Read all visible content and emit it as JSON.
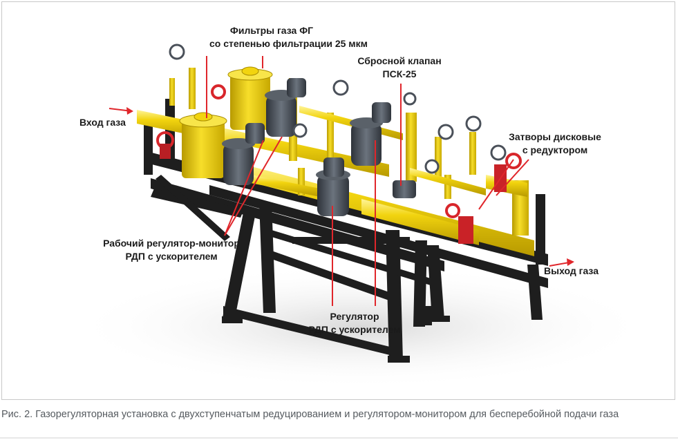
{
  "labels": {
    "filters_line1": "Фильтры газа ФГ",
    "filters_line2": "со степенью фильтрации 25 мкм",
    "relief_line1": "Сбросной клапан",
    "relief_line2": "ПСК-25",
    "inlet": "Вход газа",
    "valves_line1": "Затворы дисковые",
    "valves_line2": "с редуктором",
    "monitor_line1": "Рабочий регулятор-монитор",
    "monitor_line2": "РДП с ускорителем",
    "outlet": "Выход газа",
    "regulator_line1": "Регулятор",
    "regulator_line2": "РДП с ускорителем"
  },
  "caption": "Рис. 2. Газорегуляторная установка с двухступенчатым редуцированием и регулятором-монитором для бесперебойной подачи газа",
  "colors": {
    "pipe": "#f2d40f",
    "frame": "#1e1e1e",
    "regulator": "#4a5059",
    "valve": "#d8262b",
    "leader": "#e0262b"
  }
}
